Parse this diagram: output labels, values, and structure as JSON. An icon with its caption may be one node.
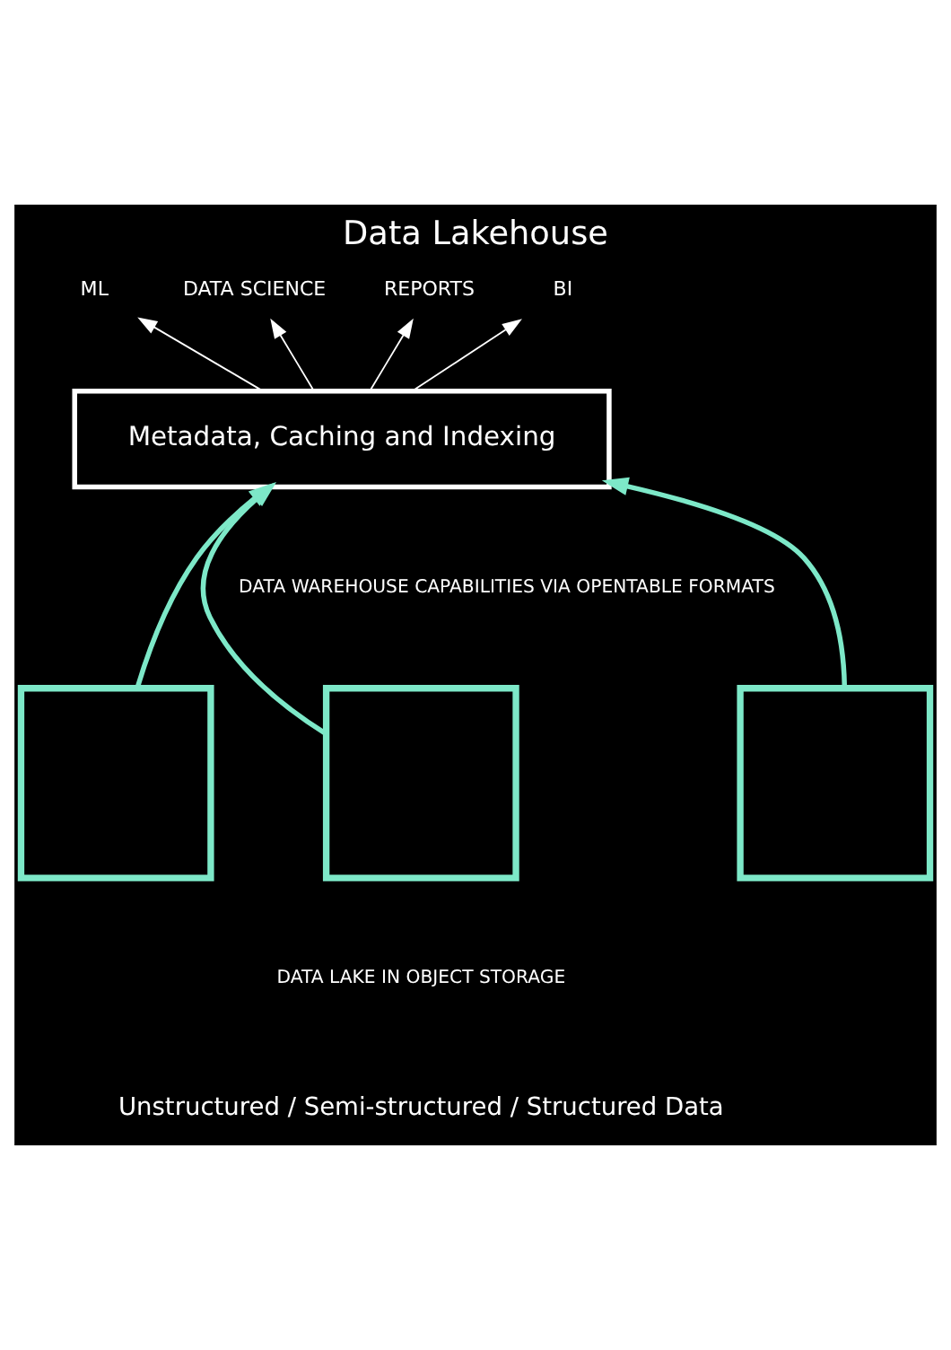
{
  "diagram": {
    "title": "Data Lakehouse",
    "nodes": [
      {
        "text": [
          "ML"
        ]
      },
      {
        "text": [
          "DATA SCIENCE"
        ]
      },
      {
        "text": [
          "REPORTS"
        ]
      },
      {
        "text": [
          "BI"
        ]
      },
      {
        "text": [
          "Metadata, Caching and Indexing"
        ]
      },
      {
        "text": [],
        "shape": "box"
      },
      {
        "text": [],
        "shape": "box"
      },
      {
        "text": [],
        "shape": "box"
      }
    ],
    "edges": [
      {
        "from": 4,
        "to": 0,
        "arrow": "to"
      },
      {
        "from": 4,
        "to": 1,
        "arrow": "to"
      },
      {
        "from": 4,
        "to": 2,
        "arrow": "to"
      },
      {
        "from": 4,
        "to": 3,
        "arrow": "to"
      },
      {
        "from": 5,
        "to": 4,
        "arrow": "to",
        "style": "thick",
        "color": "#7de8c8"
      },
      {
        "from": 6,
        "to": 4,
        "arrow": "to",
        "style": "thick",
        "color": "#7de8c8"
      },
      {
        "from": 7,
        "to": 4,
        "arrow": "to",
        "style": "thick",
        "color": "#7de8c8"
      }
    ],
    "labels": [
      "DATA WAREHOUSE CAPABILITIES VIA OPENTABLE FORMATS",
      "DATA LAKE IN OBJECT STORAGE",
      "Unstructured / Semi-structured / Structured Data"
    ]
  }
}
